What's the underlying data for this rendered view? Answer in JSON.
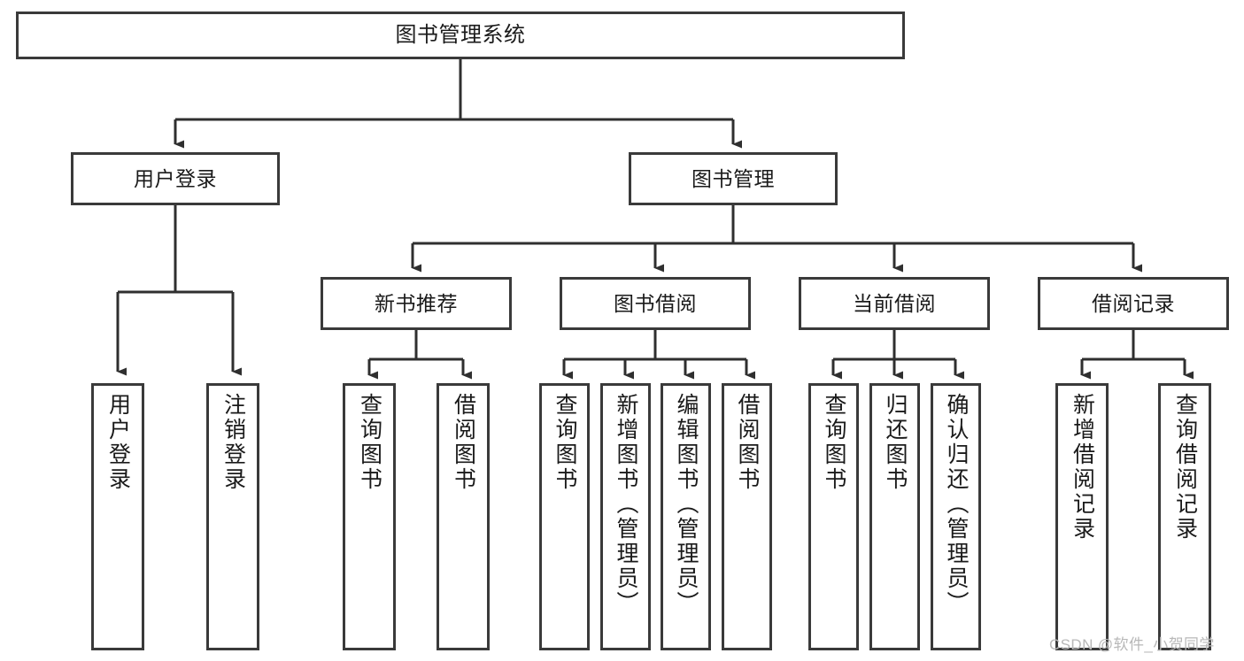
{
  "diagram": {
    "type": "tree",
    "title": "图书管理系统",
    "root": {
      "label": "图书管理系统",
      "children": [
        {
          "label": "用户登录",
          "children": [
            {
              "label": "用户登录"
            },
            {
              "label": "注销登录"
            }
          ]
        },
        {
          "label": "图书管理",
          "children": [
            {
              "label": "新书推荐",
              "children": [
                {
                  "label": "查询图书"
                },
                {
                  "label": "借阅图书"
                }
              ]
            },
            {
              "label": "图书借阅",
              "children": [
                {
                  "label": "查询图书"
                },
                {
                  "label": "新增图书（管理员）"
                },
                {
                  "label": "编辑图书（管理员）"
                },
                {
                  "label": "借阅图书"
                }
              ]
            },
            {
              "label": "当前借阅",
              "children": [
                {
                  "label": "查询图书"
                },
                {
                  "label": "归还图书"
                },
                {
                  "label": "确认归还（管理员）"
                }
              ]
            },
            {
              "label": "借阅记录",
              "children": [
                {
                  "label": "新增借阅记录"
                },
                {
                  "label": "查询借阅记录"
                }
              ]
            }
          ]
        }
      ]
    }
  },
  "nodes": {
    "root_title": "图书管理系统",
    "l1_user_login": "用户登录",
    "l1_book_mgmt": "图书管理",
    "l2_new_book_rec": "新书推荐",
    "l2_book_borrow": "图书借阅",
    "l2_current_borrow": "当前借阅",
    "l2_borrow_record": "借阅记录",
    "leaf_user_login": "用户登录",
    "leaf_logout": "注销登录",
    "leaf_rec_query_book": "查询图书",
    "leaf_rec_borrow_book": "借阅图书",
    "leaf_brw_query_book": "查询图书",
    "leaf_brw_add_book": "新增图书（管理员）",
    "leaf_brw_edit_book": "编辑图书（管理员）",
    "leaf_brw_borrow_book": "借阅图书",
    "leaf_cur_query_book": "查询图书",
    "leaf_cur_return_book": "归还图书",
    "leaf_cur_confirm_return": "确认归还（管理员）",
    "leaf_rcd_add_record": "新增借阅记录",
    "leaf_rcd_query_record": "查询借阅记录"
  },
  "watermark": {
    "text": "CSDN @软件_小贺同学"
  },
  "colors": {
    "border": "#3a3a3a",
    "background": "#ffffff",
    "text": "#1a1a1a",
    "watermark": "#b8b8b8"
  }
}
